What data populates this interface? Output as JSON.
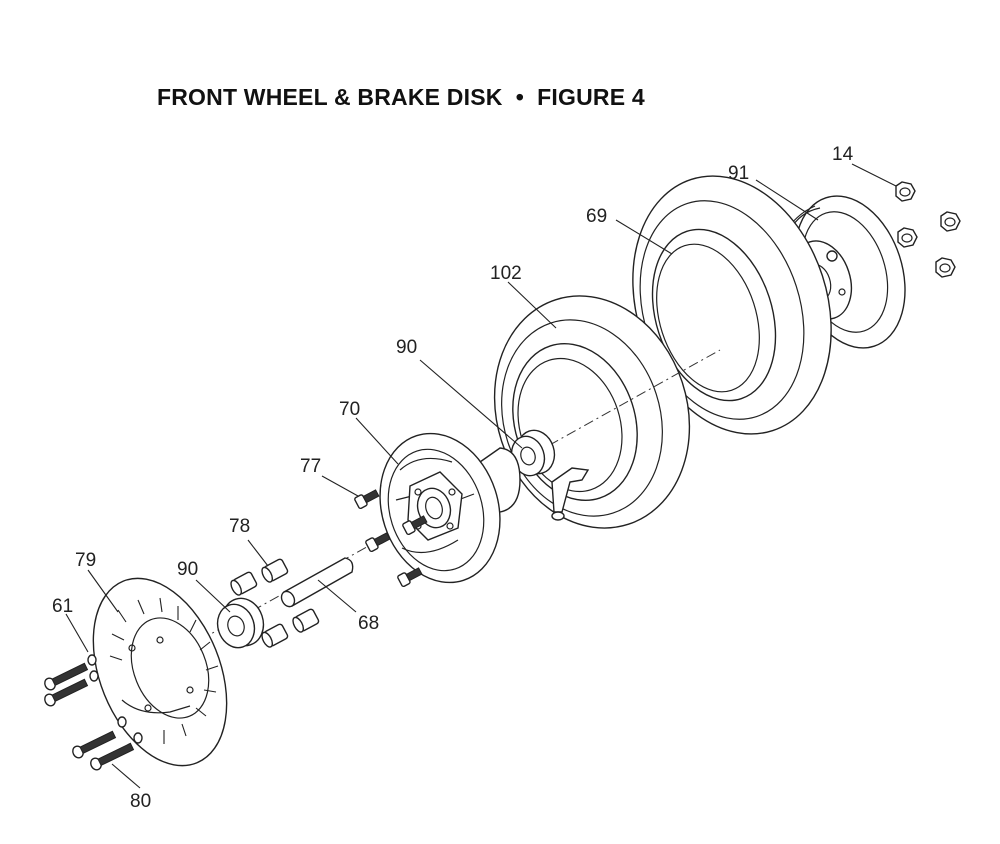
{
  "title": "FRONT WHEEL & BRAKE DISK  •  FIGURE 4",
  "callouts": {
    "c14": "14",
    "c91": "91",
    "c69": "69",
    "c102": "102",
    "c90a": "90",
    "c70": "70",
    "c77": "77",
    "c78": "78",
    "c90b": "90",
    "c68": "68",
    "c79": "79",
    "c61": "61",
    "c80": "80"
  }
}
